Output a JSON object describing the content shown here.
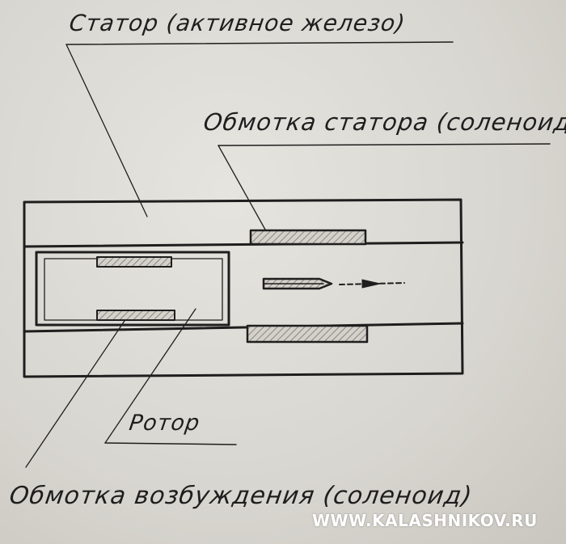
{
  "labels": {
    "stator": "Статор (активное железо)",
    "stator_winding": "Обмотка статора (соленоид)",
    "rotor": "Ротор",
    "field_winding": "Обмотка возбуждения (соленоид)"
  },
  "watermark": "WWW.KALASHNIKOV.RU",
  "colors": {
    "background": "#d9d7d1",
    "ink": "#1e1e1e",
    "hatch": "#8a8580",
    "watermark": "#ffffff"
  },
  "icons": {
    "motion_arrow": "arrow-right-icon",
    "direction_arrow": "arrow-right-icon"
  }
}
